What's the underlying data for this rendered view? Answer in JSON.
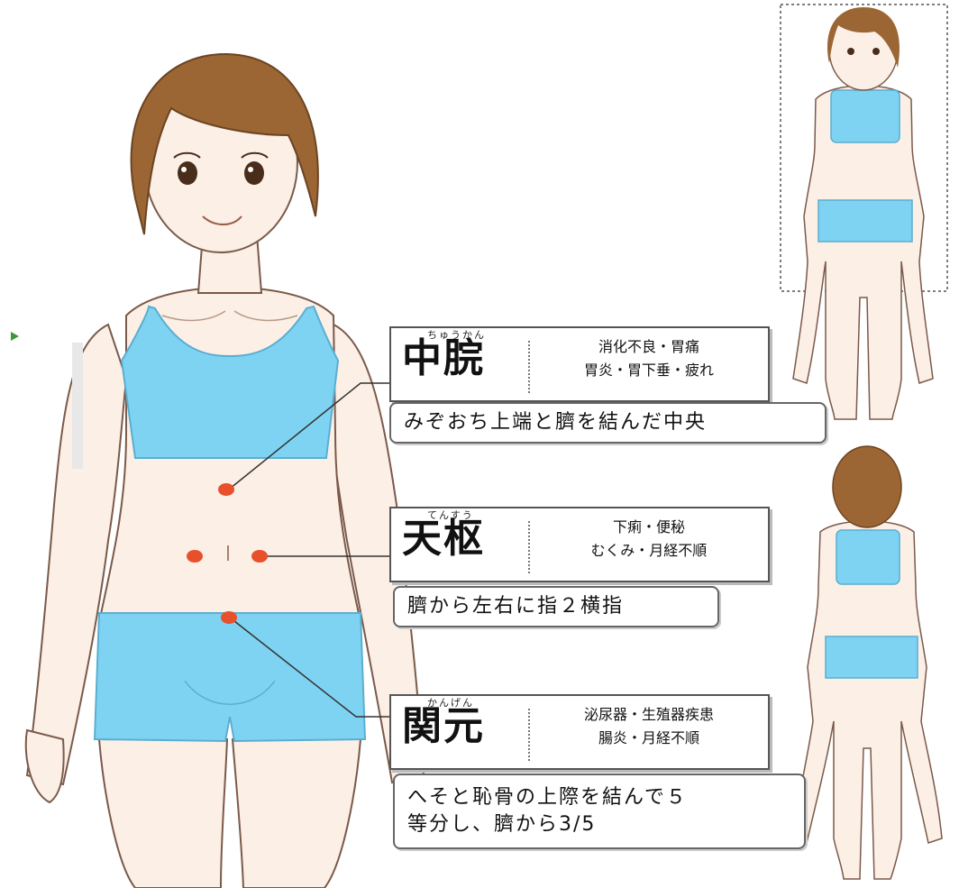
{
  "points": [
    {
      "id": "chukan",
      "reading": "ちゅうかん",
      "name": "中脘",
      "indications": [
        "消化不良・胃痛",
        "胃炎・胃下垂・疲れ"
      ],
      "location": "みぞおち上端と臍を結んだ中央"
    },
    {
      "id": "tensu",
      "reading": "てんすう",
      "name": "天枢",
      "indications": [
        "下痢・便秘",
        "むくみ・月経不順"
      ],
      "location": "臍から左右に指２横指"
    },
    {
      "id": "kangen",
      "reading": "かんげん",
      "name": "関元",
      "indications": [
        "泌尿器・生殖器疾患",
        "腸炎・月経不順"
      ],
      "location_lines": [
        "へそと恥骨の上際を結んで５",
        "等分し、臍から3/5"
      ]
    }
  ],
  "colors": {
    "point": "#e8502c",
    "garment": "#7fd3f2",
    "skin": "#fcefe6",
    "hair": "#9b6633",
    "outline": "#7a5a4a"
  }
}
